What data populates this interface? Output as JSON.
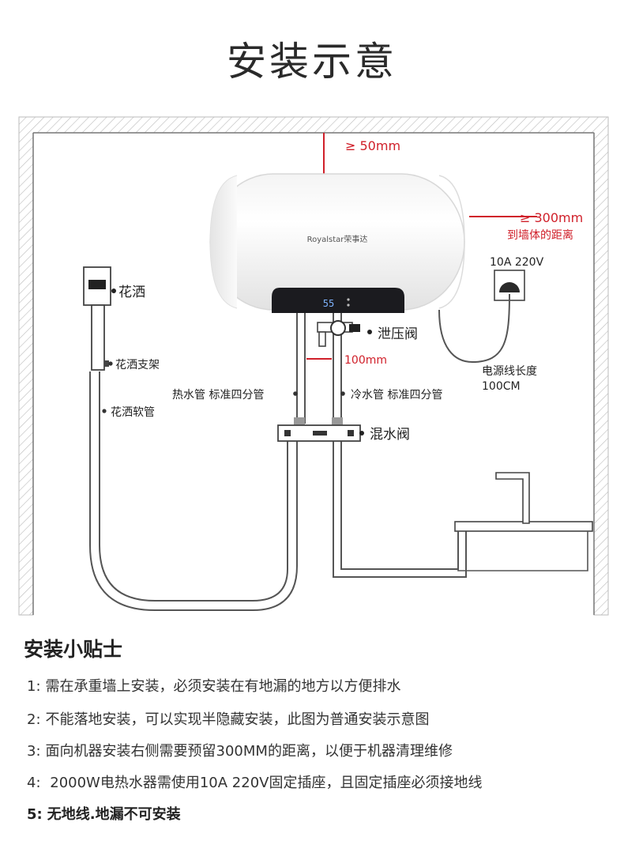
{
  "title": "安装示意",
  "diagram": {
    "brand": "Royalstar荣事达",
    "display": "55",
    "top_clearance": "≥ 50mm",
    "side_clearance": "≥ 300mm",
    "side_clearance_note": "到墙体的距离",
    "socket_label": "10A 220V",
    "power_cord_line1": "电源线长度",
    "power_cord_line2": "100CM",
    "relief_valve": "泄压阀",
    "pipe_gap": "100mm",
    "shower_head": "花洒",
    "shower_bracket": "花洒支架",
    "shower_hose": "花洒软管",
    "hot_pipe": "热水管 标准四分管",
    "cold_pipe": "冷水管 标准四分管",
    "mixing_valve": "混水阀"
  },
  "tips": {
    "heading": "安装小贴士",
    "items": [
      {
        "num": "1:",
        "text": "需在承重墙上安装，必须安装在有地漏的地方以方便排水"
      },
      {
        "num": "2:",
        "text": "不能落地安装，可以实现半隐藏安装，此图为普通安装示意图"
      },
      {
        "num": "3:",
        "text": "面向机器安装右侧需要预留300MM的距离，以便于机器清理维修"
      },
      {
        "num": "4:",
        "text": " 2000W电热水器需使用10A 220V固定插座，且固定插座必须接地线"
      },
      {
        "num": "5:",
        "text": "无地线.地漏不可安装"
      }
    ]
  },
  "colors": {
    "accent_red": "#d0202a",
    "line": "#555555",
    "wall_hatch": "#bbbbbb"
  }
}
